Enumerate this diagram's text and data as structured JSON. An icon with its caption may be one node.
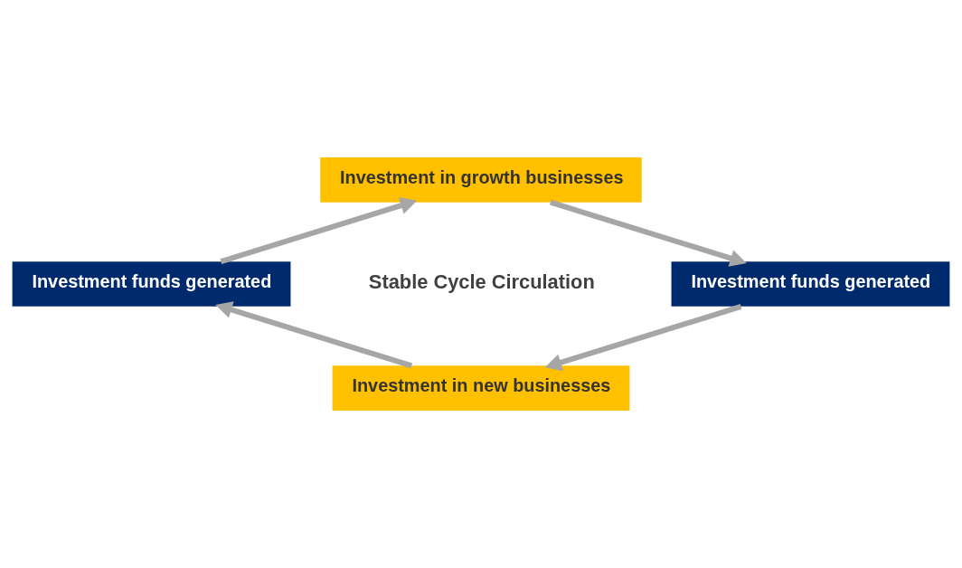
{
  "diagram": {
    "nodes": [
      {
        "text": [
          "Investment in growth businesses"
        ]
      },
      {
        "text": [
          "Investment funds generated"
        ]
      },
      {
        "text": [
          "Investment funds generated"
        ]
      },
      {
        "text": [
          "Investment in new businesses"
        ]
      }
    ],
    "edges": [
      {
        "from": 1,
        "to": 0,
        "arrow": "to"
      },
      {
        "from": 0,
        "to": 2,
        "arrow": "to"
      },
      {
        "from": 2,
        "to": 3,
        "arrow": "to"
      },
      {
        "from": 3,
        "to": 1,
        "arrow": "to"
      }
    ],
    "labels": [
      "Stable Cycle Circulation"
    ]
  }
}
